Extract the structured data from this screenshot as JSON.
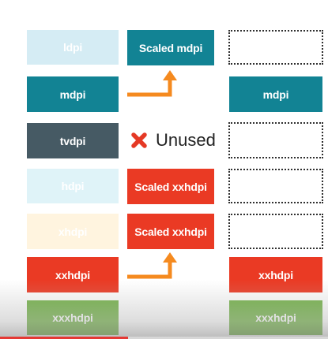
{
  "left_column": [
    {
      "label": "ldpi",
      "bg": "#d5ecf4",
      "fg": "#ffffff"
    },
    {
      "label": "mdpi",
      "bg": "#128394",
      "fg": "#ffffff"
    },
    {
      "label": "tvdpi",
      "bg": "#465a64",
      "fg": "#ffffff"
    },
    {
      "label": "hdpi",
      "bg": "#dff3f8",
      "fg": "#ffffff"
    },
    {
      "label": "xhdpi",
      "bg": "#fff4df",
      "fg": "#ffffff"
    },
    {
      "label": "xxhdpi",
      "bg": "#ea3a24",
      "fg": "#ffffff"
    },
    {
      "label": "xxxhdpi",
      "bg": "#71b245",
      "fg": "#ffffff"
    }
  ],
  "middle_column": {
    "scaled_mdpi": {
      "label": "Scaled mdpi",
      "bg": "#128394"
    },
    "unused_label": "Unused",
    "scaled_xxhdpi_1": {
      "label": "Scaled xxhdpi",
      "bg": "#ea3a24"
    },
    "scaled_xxhdpi_2": {
      "label": "Scaled xxhdpi",
      "bg": "#ea3a24"
    }
  },
  "right_column": {
    "mdpi": {
      "label": "mdpi",
      "bg": "#128394"
    },
    "xxhdpi": {
      "label": "xxhdpi",
      "bg": "#ea3a24"
    },
    "xxxhdpi": {
      "label": "xxxhdpi",
      "bg": "#71b245"
    }
  },
  "colors": {
    "arrow": "#f58a1f",
    "unused_x": "#e53925",
    "progress": "#e53935"
  },
  "video_progress": 0.39
}
